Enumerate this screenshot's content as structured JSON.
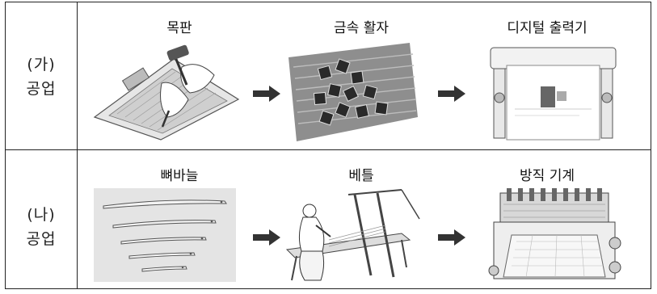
{
  "rows": [
    {
      "label_line1": "(가)",
      "label_line2": "공업",
      "items": [
        "목판",
        "금속 활자",
        "디지털 출력기"
      ]
    },
    {
      "label_line1": "(나)",
      "label_line2": "공업",
      "items": [
        "뼈바늘",
        "베틀",
        "방직 기계"
      ]
    }
  ]
}
